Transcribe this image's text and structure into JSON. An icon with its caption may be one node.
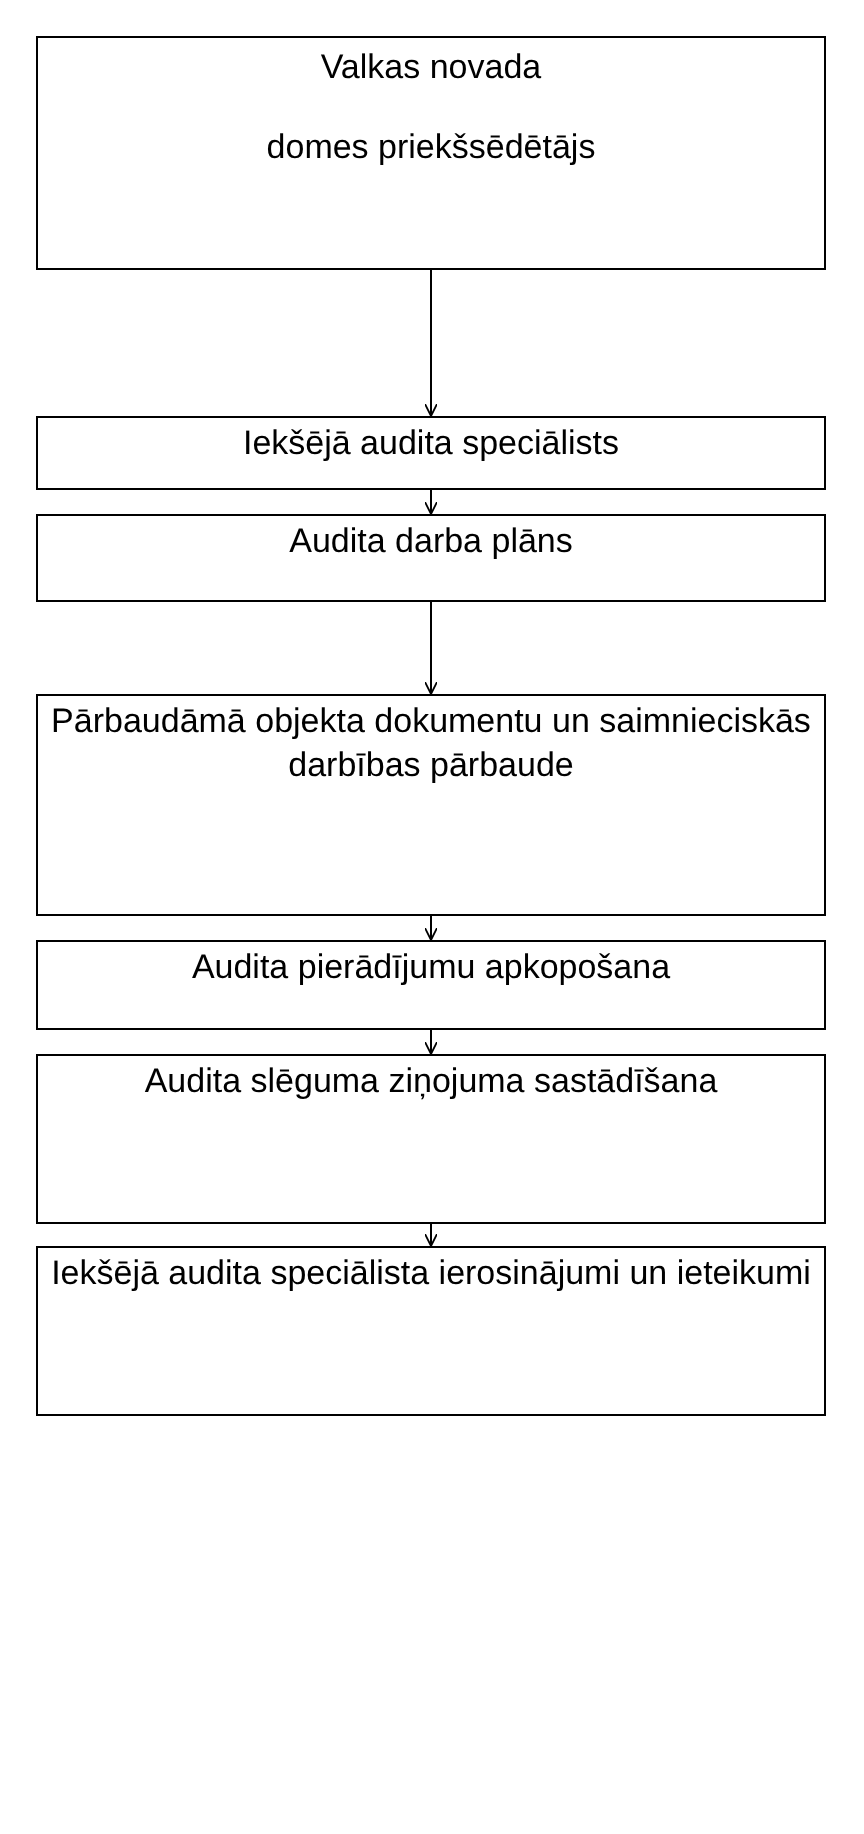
{
  "diagram": {
    "nodes": [
      {
        "text": [
          "Valkas novada",
          "domes priekšsēdētājs"
        ]
      },
      {
        "text": [
          "Iekšējā audita speciālists"
        ]
      },
      {
        "text": [
          "Audita darba plāns"
        ]
      },
      {
        "text": [
          "Pārbaudāmā objekta dokumentu un saimnieciskās darbības pārbaude"
        ]
      },
      {
        "text": [
          "Audita pierādījumu apkopošana"
        ]
      },
      {
        "text": [
          "Audita slēguma ziņojuma sastādīšana"
        ]
      },
      {
        "text": [
          "Iekšējā audita speciālista ierosinājumi un ieteikumi"
        ]
      }
    ],
    "edges": [
      {
        "from": 0,
        "to": 1,
        "arrow": "to"
      },
      {
        "from": 1,
        "to": 2,
        "arrow": "to"
      },
      {
        "from": 2,
        "to": 3,
        "arrow": "to"
      },
      {
        "from": 3,
        "to": 4,
        "arrow": "to"
      },
      {
        "from": 4,
        "to": 5,
        "arrow": "to"
      },
      {
        "from": 5,
        "to": 6,
        "arrow": "to"
      }
    ]
  }
}
